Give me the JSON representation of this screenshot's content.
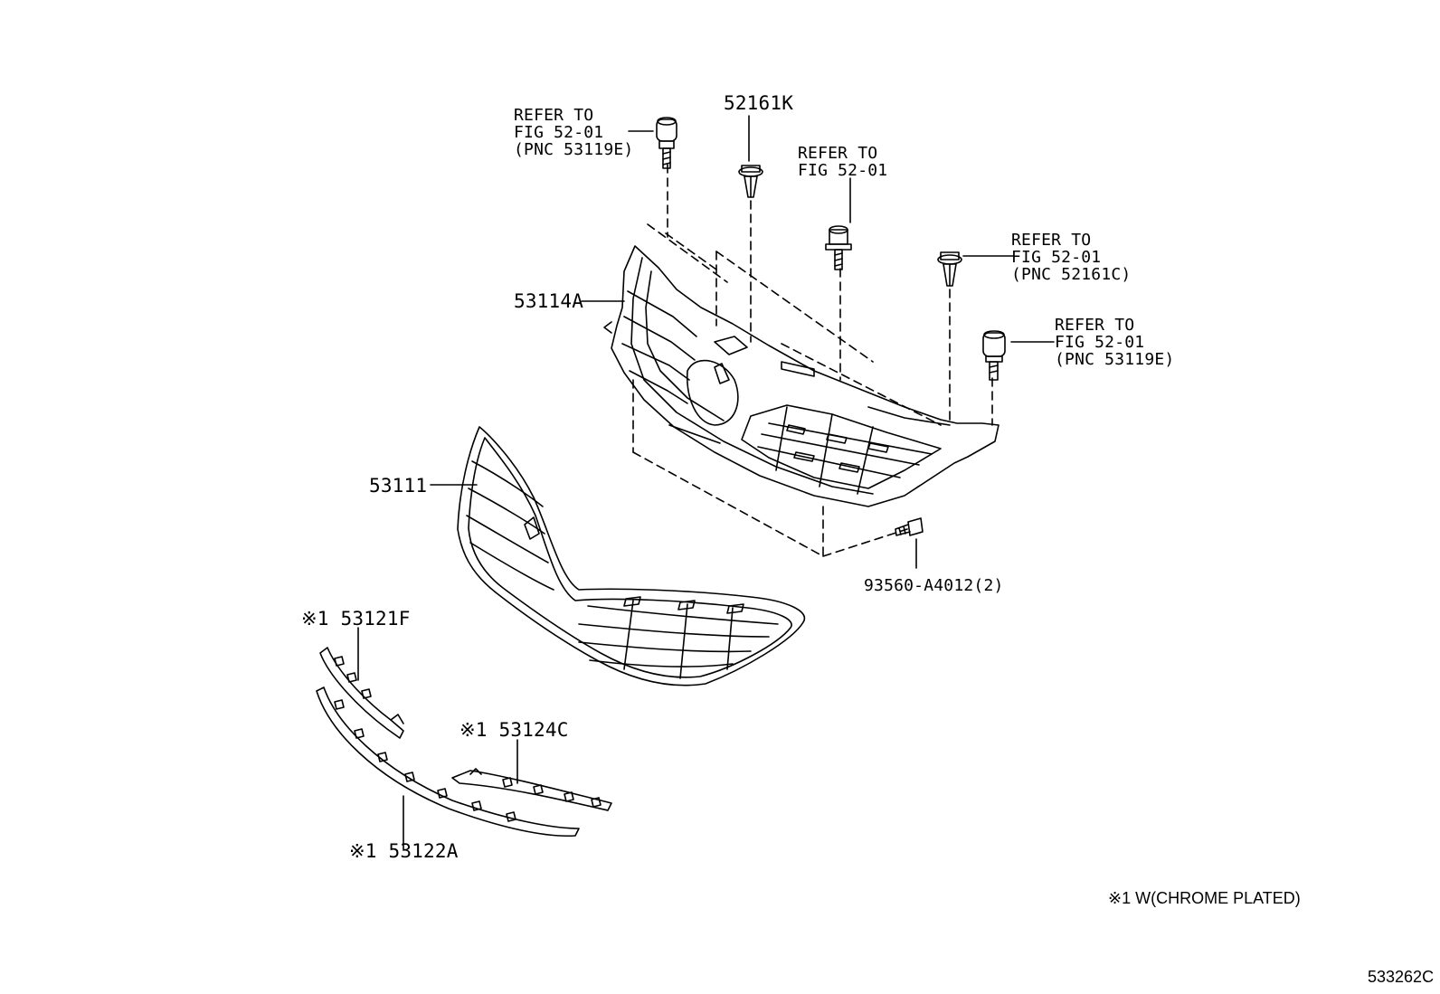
{
  "diagram": {
    "callouts": {
      "bolt_top_left": [
        "REFER TO",
        "FIG 52-01",
        "(PNC 53119E)"
      ],
      "clip_center": "52161K",
      "bolt_center": [
        "REFER TO",
        "FIG 52-01"
      ],
      "clip_right": [
        "REFER TO",
        "FIG 52-01",
        "(PNC 52161C)"
      ],
      "bolt_right": [
        "REFER TO",
        "FIG 52-01",
        "(PNC 53119E)"
      ],
      "support": "53114A",
      "grille": "53111",
      "screw": "93560-A4012(2)",
      "moulding_upper": "※1 53121F",
      "moulding_center": "※1 53124C",
      "moulding_lower": "※1 53122A"
    },
    "footnote": "※1 W(CHROME PLATED)",
    "figure_code": "533262C"
  }
}
